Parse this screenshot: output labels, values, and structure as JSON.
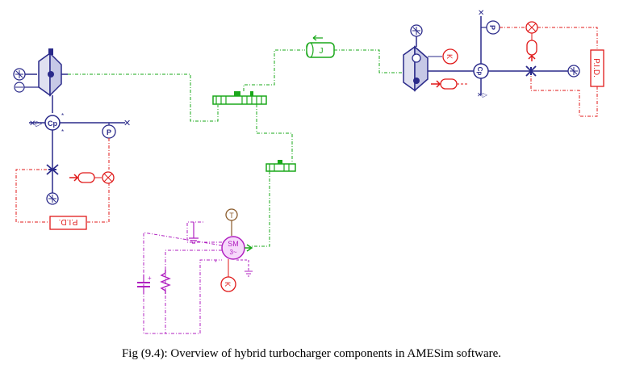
{
  "caption": "Fig (9.4): Overview of hybrid turbocharger components in AMESim software.",
  "labels": {
    "cp_left": "Cp",
    "cp_right": "Cp",
    "p_left": "P",
    "p_right": "P",
    "pid_left": "P.I.D.",
    "pid_right": "P.I.D.",
    "inertia": "J",
    "k_right": "K",
    "motor_line1": "SM",
    "motor_line2": "3~",
    "t_sensor": "T",
    "k_motor": "K"
  },
  "colors": {
    "turbo": "#2a2a8a",
    "control": "#e01a1a",
    "mechanical": "#1aa81a",
    "electrical": "#b020c0",
    "thermal": "#8a5a2a"
  }
}
